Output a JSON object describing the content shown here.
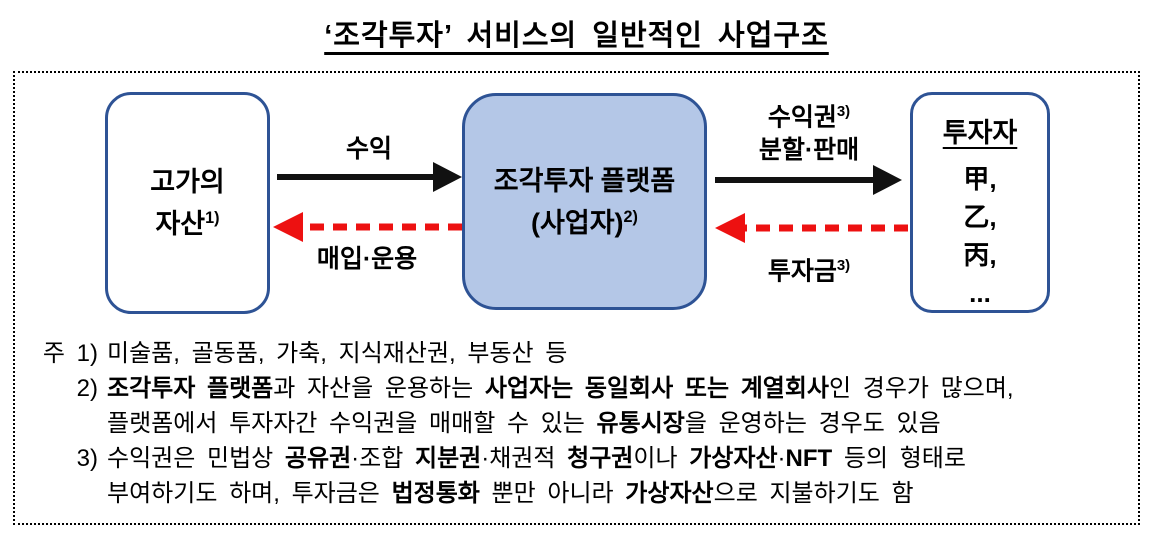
{
  "title": "‘조각투자’ 서비스의 일반적인 사업구조",
  "colors": {
    "box_border": "#2e5395",
    "platform_fill": "#b4c7e7",
    "arrow_red": "#ed1111",
    "arrow_black": "#111111"
  },
  "diagram": {
    "asset_box": {
      "line1": [
        {
          "t": "고가의"
        }
      ],
      "line2": [
        {
          "t": "자산"
        },
        {
          "t": "1)",
          "sup": true
        }
      ]
    },
    "platform_box": {
      "line1": [
        {
          "t": "조각투자 플랫폼"
        }
      ],
      "line2": [
        {
          "t": "(사업자)"
        },
        {
          "t": "2)",
          "sup": true
        }
      ]
    },
    "investor_box": {
      "heading": "투자자",
      "members": [
        "甲,",
        "乙,",
        "丙,",
        "..."
      ]
    },
    "labels": {
      "revenue": "수익",
      "acquire": "매입·운용",
      "rights_line1": [
        {
          "t": "수익권"
        },
        {
          "t": "3)",
          "sup": true
        }
      ],
      "rights_line2": "분할·판매",
      "funds": [
        {
          "t": "투자금"
        },
        {
          "t": "3)",
          "sup": true
        }
      ]
    }
  },
  "footnotes": [
    {
      "marker": "주 1)",
      "lines": [
        [
          {
            "t": "미술품, 골동품, 가축, 지식재산권, 부동산 등"
          }
        ]
      ]
    },
    {
      "marker": "2)",
      "lines": [
        [
          {
            "t": "조각투자 플랫폼",
            "b": true
          },
          {
            "t": "과 자산을 운용하는 "
          },
          {
            "t": "사업자는 동일회사 또는 계열회사",
            "b": true
          },
          {
            "t": "인 경우가 많으며,"
          }
        ],
        [
          {
            "t": "플랫폼에서 투자자간 수익권을 매매할 수 있는 "
          },
          {
            "t": "유통시장",
            "b": true
          },
          {
            "t": "을 운영하는 경우도 있음"
          }
        ]
      ]
    },
    {
      "marker": "3)",
      "lines": [
        [
          {
            "t": "수익권은 민법상 "
          },
          {
            "t": "공유권",
            "b": true
          },
          {
            "t": "·조합 "
          },
          {
            "t": "지분권",
            "b": true
          },
          {
            "t": "·채권적 "
          },
          {
            "t": "청구권",
            "b": true
          },
          {
            "t": "이나 "
          },
          {
            "t": "가상자산",
            "b": true
          },
          {
            "t": "·"
          },
          {
            "t": "NFT",
            "b": true
          },
          {
            "t": " 등의 형태로"
          }
        ],
        [
          {
            "t": "부여하기도 하며, 투자금은 "
          },
          {
            "t": "법정통화",
            "b": true
          },
          {
            "t": " 뿐만 아니라 "
          },
          {
            "t": "가상자산",
            "b": true
          },
          {
            "t": "으로 지불하기도 함"
          }
        ]
      ]
    }
  ]
}
